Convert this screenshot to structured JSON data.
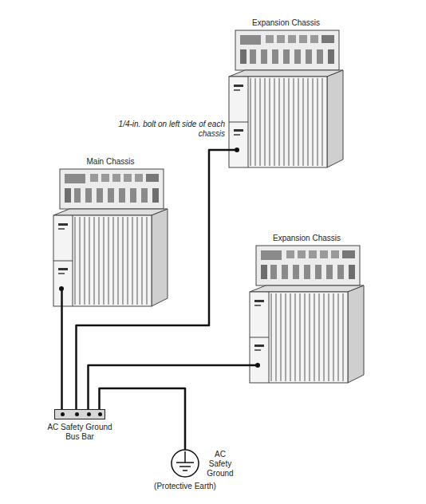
{
  "diagram": {
    "nodes": [
      {
        "text": [
          "Expansion Chassis"
        ]
      },
      {
        "text": [
          "Main Chassis"
        ]
      },
      {
        "text": [
          "Expansion Chassis"
        ]
      },
      {
        "text": [
          "AC Safety Ground Bus Bar"
        ]
      },
      {
        "text": [
          "AC Safety Ground",
          "(Protective Earth)"
        ]
      }
    ],
    "edges": [
      {
        "from": 1,
        "to": 3,
        "arrow": "none"
      },
      {
        "from": 0,
        "to": 3,
        "arrow": "none"
      },
      {
        "from": 2,
        "to": 3,
        "arrow": "none"
      },
      {
        "from": 3,
        "to": 4,
        "arrow": "none"
      }
    ],
    "labels": [
      "1/4-in. bolt on left side of each chassis"
    ]
  }
}
